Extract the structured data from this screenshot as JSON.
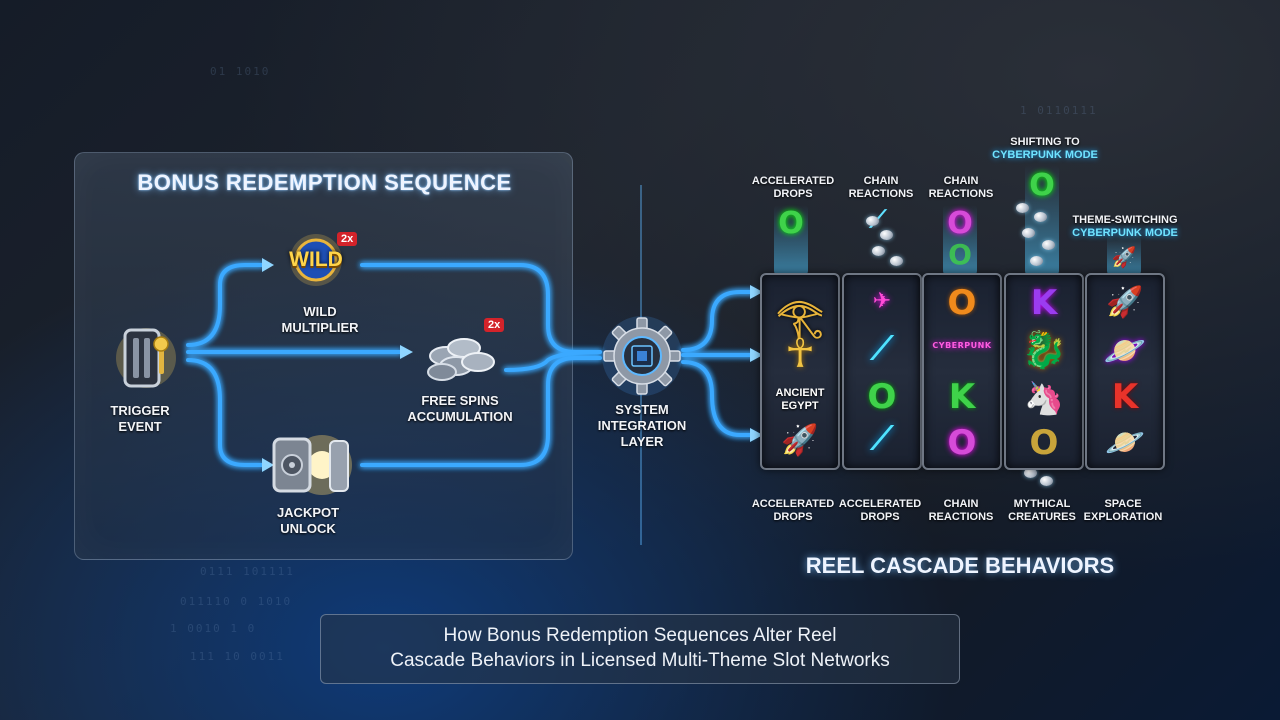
{
  "panel": {
    "title": "BONUS REDEMPTION SEQUENCE",
    "trigger": {
      "line1": "TRIGGER",
      "line2": "EVENT"
    },
    "wild": {
      "badge_text": "WILD",
      "multiplier_badge": "2x",
      "line1": "WILD",
      "line2": "MULTIPLIER"
    },
    "free_spins": {
      "multiplier_badge": "2x",
      "line1": "FREE SPINS",
      "line2": "ACCUMULATION"
    },
    "jackpot": {
      "line1": "JACKPOT",
      "line2": "UNLOCK"
    }
  },
  "integration": {
    "line1": "SYSTEM",
    "line2": "INTEGRATION",
    "line3": "LAYER"
  },
  "reels": {
    "title": "REEL CASCADE BEHAVIORS",
    "top_labels": [
      {
        "line1": "ACCELERATED",
        "line2": "DROPS"
      },
      {
        "line1": "CHAIN",
        "line2": "REACTIONS"
      },
      {
        "line1": "CHAIN",
        "line2": "REACTIONS"
      },
      {
        "line1": "SHIFTING TO",
        "line2": "CYBERPUNK MODE"
      },
      {
        "line1": "THEME-SWITCHING",
        "line2": "CYBERPUNK MODE"
      }
    ],
    "bottom_labels": [
      {
        "line1": "ACCELERATED",
        "line2": "DROPS"
      },
      {
        "line1": "ACCELERATED",
        "line2": "DROPS"
      },
      {
        "line1": "CHAIN",
        "line2": "REACTIONS"
      },
      {
        "line1": "MYTHICAL",
        "line2": "CREATURES"
      },
      {
        "line1": "SPACE",
        "line2": "EXPLORATION"
      }
    ],
    "reel1_overlay": {
      "line1": "ANCIENT",
      "line2": "EGYPT"
    },
    "symbols": {
      "o": "O",
      "k": "K",
      "ankh": "☥",
      "rocket": "🚀",
      "cyber_sign": "CYBERPUNK"
    }
  },
  "caption": {
    "line1": "How Bonus Redemption Sequences Alter Reel",
    "line2": "Cascade Behaviors in Licensed Multi-Theme Slot Networks"
  },
  "colors": {
    "flow_glow": "#3aa9ff",
    "green_symbol": "#3fd24a",
    "pink_symbol": "#d64bd8",
    "orange_symbol": "#f08a1c",
    "red_symbol": "#e8332a",
    "purple_symbol": "#9b3cf0"
  }
}
